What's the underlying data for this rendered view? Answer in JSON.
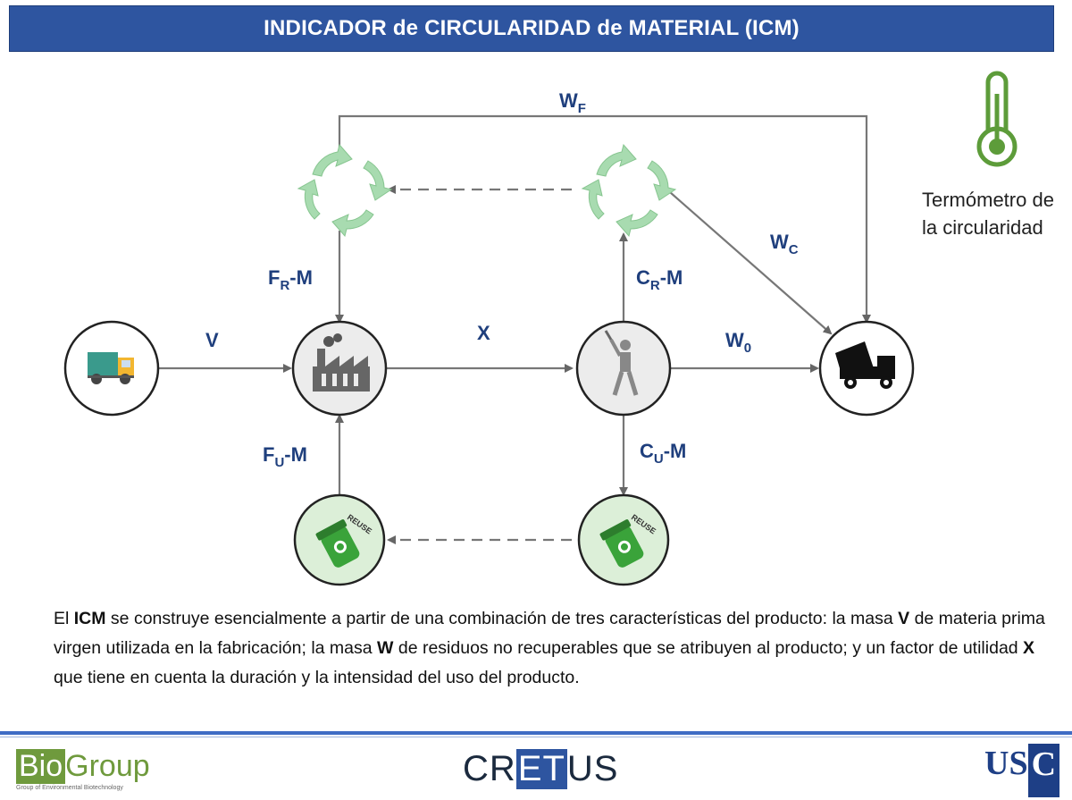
{
  "title": "INDICADOR de CIRCULARIDAD de MATERIAL (ICM)",
  "thermometer_label": "Termómetro de la circularidad",
  "flows": {
    "wf": {
      "main": "W",
      "sub": "F"
    },
    "wc": {
      "main": "W",
      "sub": "C"
    },
    "w0": {
      "main": "W",
      "sub": "0"
    },
    "v": "V",
    "x": "X",
    "frm": {
      "main": "F",
      "sub": "R",
      "tail": "-M"
    },
    "fum": {
      "main": "F",
      "sub": "U",
      "tail": "-M"
    },
    "crm": {
      "main": "C",
      "sub": "R",
      "tail": "-M"
    },
    "cum": {
      "main": "C",
      "sub": "U",
      "tail": "-M"
    }
  },
  "nodes": {
    "reuse_label": "REUSE"
  },
  "description": {
    "p1": "El ",
    "icm": "ICM",
    "p2": " se construye esencialmente a partir de una combinación de tres características del producto: la masa ",
    "v": "V",
    "p3": " de materia prima virgen utilizada en la fabricación; la masa ",
    "w": "W",
    "p4": " de residuos no recuperables que se atribuyen al producto; y un factor de utilidad ",
    "x": "X",
    "p5": " que tiene en cuenta la duración y la intensidad del uso del producto."
  },
  "footer": {
    "biogroup_bio": "Bio",
    "biogroup_group": "Group",
    "biogroup_sub": "Group of Environmental Biotechnology",
    "cretus_a": "CR",
    "cretus_b": "ET",
    "cretus_c": "US",
    "usc_a": "US",
    "usc_b": "C"
  },
  "colors": {
    "title_bg": "#2e55a0",
    "label_blue": "#1f3f7d",
    "recycle_green": "#9fd4a6",
    "thermo_green": "#5d9c3a",
    "node_fill": "#ececec"
  }
}
